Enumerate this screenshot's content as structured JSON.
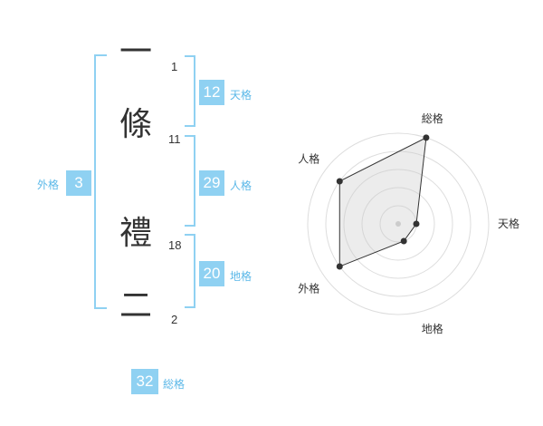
{
  "name": {
    "chars": [
      {
        "char": "一",
        "strokes": "1"
      },
      {
        "char": "條",
        "strokes": "11"
      },
      {
        "char": "禮",
        "strokes": "18"
      },
      {
        "char": "二",
        "strokes": "2"
      }
    ]
  },
  "kaku": {
    "ten": {
      "value": "12",
      "label": "天格"
    },
    "jin": {
      "value": "29",
      "label": "人格"
    },
    "chi": {
      "value": "20",
      "label": "地格"
    },
    "gai": {
      "value": "3",
      "label": "外格"
    },
    "sou": {
      "value": "32",
      "label": "総格"
    }
  },
  "colors": {
    "accent": "#8fd1f2",
    "accent_text": "#5bb8e8",
    "text": "#333333"
  },
  "chart_data": {
    "type": "radar",
    "axes": [
      "総格",
      "天格",
      "地格",
      "外格",
      "人格"
    ],
    "rings": 5,
    "values": [
      5,
      1,
      1,
      4,
      4
    ],
    "max": 5
  }
}
